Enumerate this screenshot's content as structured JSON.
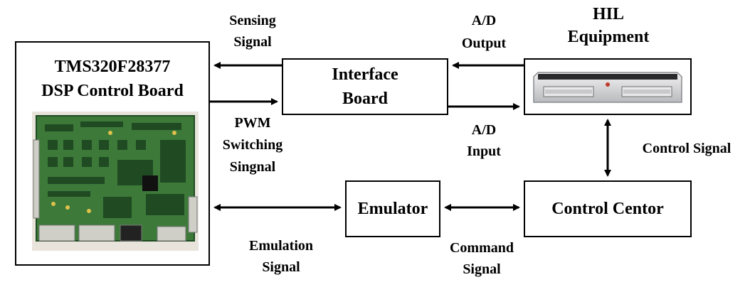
{
  "blocks": {
    "dsp": {
      "line1": "TMS320F28377",
      "line2": "DSP Control Board"
    },
    "interface": {
      "line1": "Interface",
      "line2": "Board"
    },
    "hil": {
      "line1": "HIL",
      "line2": "Equipment"
    },
    "emulator": {
      "label": "Emulator"
    },
    "control_center": {
      "label": "Control Centor"
    }
  },
  "signals": {
    "sensing": {
      "line1": "Sensing",
      "line2": "Signal"
    },
    "ad_output": {
      "line1": "A/D",
      "line2": "Output"
    },
    "pwm": {
      "line1": "PWM",
      "line2": "Switching",
      "line3": "Singnal"
    },
    "ad_input": {
      "line1": "A/D",
      "line2": "Input"
    },
    "control": {
      "label": "Control Signal"
    },
    "emulation": {
      "line1": "Emulation",
      "line2": "Signal"
    },
    "command": {
      "line1": "Command",
      "line2": "Signal"
    }
  },
  "colors": {
    "line": "#000000",
    "pcb_green": "#3d7a3a",
    "pcb_dark": "#1f4a22",
    "device_silver": "#d9dadc"
  }
}
